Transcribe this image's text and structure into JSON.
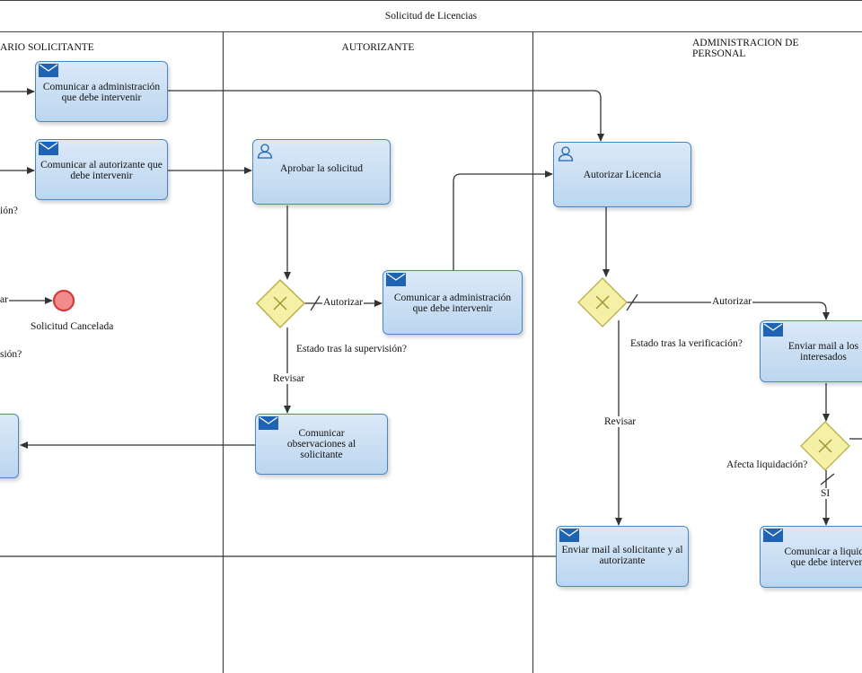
{
  "pool": {
    "title": "Solicitud de Licencias"
  },
  "lanes": [
    {
      "name": "ARIO SOLICITANTE"
    },
    {
      "name": "AUTORIZANTE"
    },
    {
      "name": "ADMINISTRACION DE PERSONAL"
    }
  ],
  "tasks": {
    "t1": {
      "label": "Comunicar a administración que debe intervenir",
      "type": "message"
    },
    "t2": {
      "label": "Comunicar al autorizante que debe intervenir",
      "type": "message"
    },
    "t3": {
      "label": "Aprobar la solicitud",
      "type": "user"
    },
    "t4": {
      "label": "Comunicar a administración que debe intervenir",
      "type": "message"
    },
    "t5": {
      "label": "Comunicar observaciones al solicitante",
      "type": "message"
    },
    "t6": {
      "label": "Autorizar Licencia",
      "type": "user"
    },
    "t7": {
      "label": "Enviar mail a los interesados",
      "type": "message"
    },
    "t8": {
      "label": "Enviar mail al solicitante y al autorizante",
      "type": "message"
    },
    "t9": {
      "label": "Comunicar a liquidac que debe interveni",
      "type": "message"
    }
  },
  "gateways": {
    "g1": {
      "label": "Estado tras la supervisión?"
    },
    "g2": {
      "label": "Estado tras la verificación?"
    },
    "g3": {
      "label": "Afecta liquidación?"
    }
  },
  "end_events": {
    "e1": {
      "label": "Solicitud Cancelada"
    }
  },
  "flow_labels": {
    "autorizar_1": "Autorizar",
    "revisar_1": "Revisar",
    "autorizar_2": "Autorizar",
    "revisar_2": "Revisar",
    "si": "SI",
    "cancelar_fragment": "ar",
    "left_q1": "ión?",
    "left_q2": "sión?"
  },
  "colors": {
    "task_border": "#4a86c0",
    "task_fill": "#c8ddf2",
    "gateway_fill": "#f4f1a6",
    "gateway_border": "#b9b04a",
    "end_event_fill": "#f28b8b",
    "end_event_border": "#d23c3c",
    "line": "#333333"
  }
}
